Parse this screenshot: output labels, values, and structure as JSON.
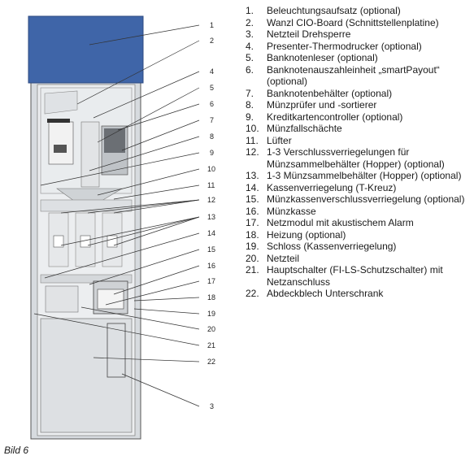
{
  "legend": [
    {
      "num": "1.",
      "text": "Beleuchtungsaufsatz (optional)"
    },
    {
      "num": "2.",
      "text": "Wanzl CIO-Board (Schnittstellenplatine)"
    },
    {
      "num": "3.",
      "text": "Netzteil Drehsperre"
    },
    {
      "num": "4.",
      "text": "Presenter-Thermodrucker (optional)"
    },
    {
      "num": "5.",
      "text": "Banknotenleser (optional)"
    },
    {
      "num": "6.",
      "text": "Banknotenauszahleinheit „smartPayout“ (optional)"
    },
    {
      "num": "7.",
      "text": "Banknotenbehälter (optional)"
    },
    {
      "num": "8.",
      "text": "Münzprüfer und -sortierer"
    },
    {
      "num": "9.",
      "text": "Kreditkartencontroller (optional)"
    },
    {
      "num": "10.",
      "text": "Münzfallschächte"
    },
    {
      "num": "11.",
      "text": "Lüfter"
    },
    {
      "num": "12.",
      "text": "1-3 Verschlussverriegelungen für Münzsammelbehälter (Hopper) (optional)"
    },
    {
      "num": "13.",
      "text": "1-3 Münzsammelbehälter (Hopper) (optional)"
    },
    {
      "num": "14.",
      "text": "Kassenverriegelung (T-Kreuz)"
    },
    {
      "num": "15.",
      "text": "Münzkassenverschlussverriegelung (optional)"
    },
    {
      "num": "16.",
      "text": "Münzkasse"
    },
    {
      "num": "17.",
      "text": "Netzmodul mit akustischem Alarm"
    },
    {
      "num": "18.",
      "text": "Heizung (optional)"
    },
    {
      "num": "19.",
      "text": "Schloss (Kassenverriegelung)"
    },
    {
      "num": "20.",
      "text": "Netzteil"
    },
    {
      "num": "21.",
      "text": "Hauptschalter (FI-LS-Schutzschalter) mit Netzanschluss"
    },
    {
      "num": "22.",
      "text": "Abdeckblech Unterschrank"
    }
  ],
  "callouts": [
    "1",
    "2",
    "4",
    "5",
    "6",
    "7",
    "8",
    "9",
    "10",
    "11",
    "12",
    "13",
    "14",
    "15",
    "16",
    "17",
    "18",
    "19",
    "20",
    "21",
    "22",
    "3"
  ],
  "caption": "Bild 6",
  "colors": {
    "top_unit": "#3f65a8",
    "cabinet": "#e4e7ea",
    "line": "#333333"
  }
}
